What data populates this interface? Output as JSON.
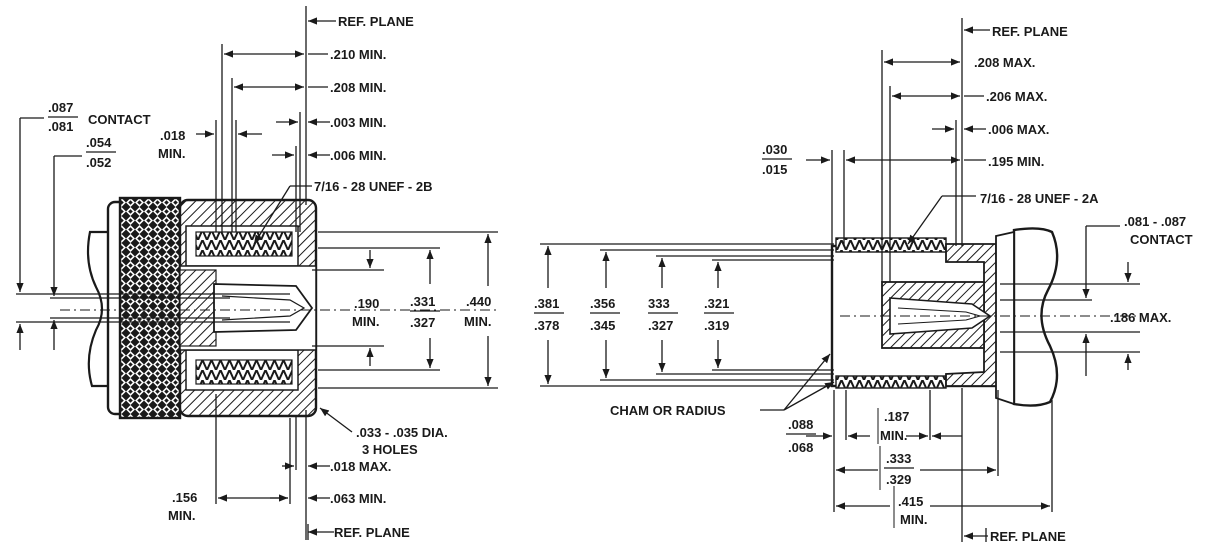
{
  "left_view": {
    "ref_plane_top": "REF. PLANE",
    "ref_plane_bottom": "REF. PLANE",
    "dim_210": ".210 MIN.",
    "dim_208": ".208 MIN.",
    "dim_003": ".003 MIN.",
    "dim_006": ".006 MIN.",
    "thread": "7/16 - 28 UNEF - 2B",
    "contact_upper": ".087",
    "contact_lower": ".081",
    "contact_label": "CONTACT",
    "inner_upper": ".054",
    "inner_lower": ".052",
    "dim_018_min_value": ".018",
    "dim_018_min_label": "MIN.",
    "dim_190_value": ".190",
    "dim_190_label": "MIN.",
    "dim_331_upper": ".331",
    "dim_331_lower": ".327",
    "dim_440_value": ".440",
    "dim_440_label": "MIN.",
    "holes_line1": ".033 - .035 DIA.",
    "holes_line2": "3 HOLES",
    "dim_018_max": ".018 MAX.",
    "dim_063": ".063 MIN.",
    "dim_156_value": ".156",
    "dim_156_label": "MIN."
  },
  "right_view": {
    "ref_plane_top": "REF. PLANE",
    "ref_plane_bottom": "REF. PLANE",
    "dim_208": ".208 MAX.",
    "dim_206": ".206 MAX.",
    "dim_006": ".006 MAX.",
    "dim_195": ".195 MIN.",
    "thread": "7/16 - 28 UNEF - 2A",
    "gap_upper": ".030",
    "gap_lower": ".015",
    "contact_range": ".081 - .087",
    "contact_label": "CONTACT",
    "dim_186": ".186 MAX.",
    "d_381_upper": ".381",
    "d_381_lower": ".378",
    "d_356_upper": ".356",
    "d_356_lower": ".345",
    "d_333_upper": "333",
    "d_333_lower": ".327",
    "d_321_upper": ".321",
    "d_321_lower": ".319",
    "cham": "CHAM OR RADIUS",
    "d_088_upper": ".088",
    "d_088_lower": ".068",
    "d_187_value": ".187",
    "d_187_label": "MIN.",
    "d_333b_upper": ".333",
    "d_333b_lower": ".329",
    "d_415_value": ".415",
    "d_415_label": "MIN."
  }
}
